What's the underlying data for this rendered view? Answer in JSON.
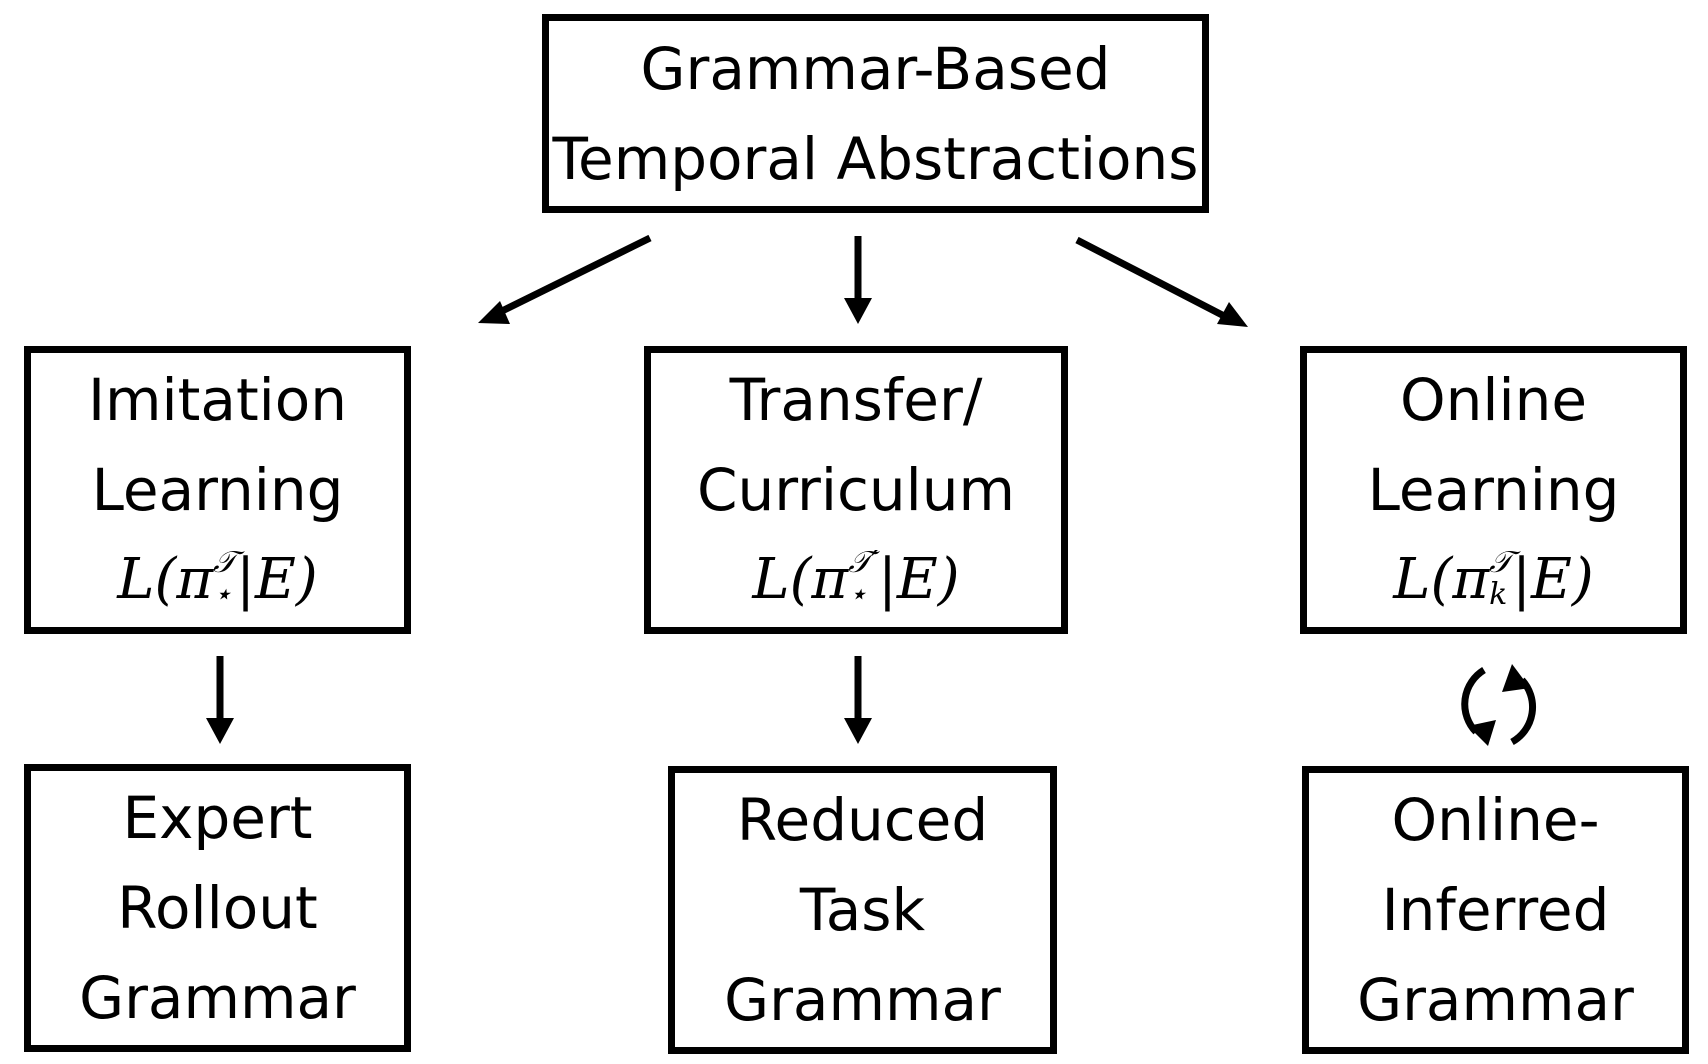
{
  "top_box": {
    "line1": "Grammar-Based",
    "line2": "Temporal Abstractions"
  },
  "imitation_box": {
    "line1": "Imitation",
    "line2": "Learning",
    "formula": {
      "lhs": "L(π",
      "sup": "𝒯",
      "sub": "⋆",
      "rhs": "|E)"
    }
  },
  "transfer_box": {
    "line1": "Transfer/",
    "line2": "Curriculum",
    "formula": {
      "lhs": "L(π",
      "sup": "𝒯′",
      "sub": "⋆",
      "rhs": "|E)"
    }
  },
  "online_box": {
    "line1": "Online",
    "line2": "Learning",
    "formula": {
      "lhs": "L(π",
      "sup": "𝒯",
      "sub": "k",
      "rhs": "|E)"
    }
  },
  "expert_box": {
    "line1": "Expert",
    "line2": "Rollout",
    "line3": "Grammar"
  },
  "reduced_box": {
    "line1": "Reduced",
    "line2": "Task",
    "line3": "Grammar"
  },
  "inferred_box": {
    "line1": "Online-",
    "line2": "Inferred",
    "line3": "Grammar"
  },
  "icons": {
    "arrow": "arrow-icon",
    "cycle": "refresh-cycle-icon"
  },
  "colors": {
    "stroke": "#000000",
    "background": "#ffffff"
  }
}
